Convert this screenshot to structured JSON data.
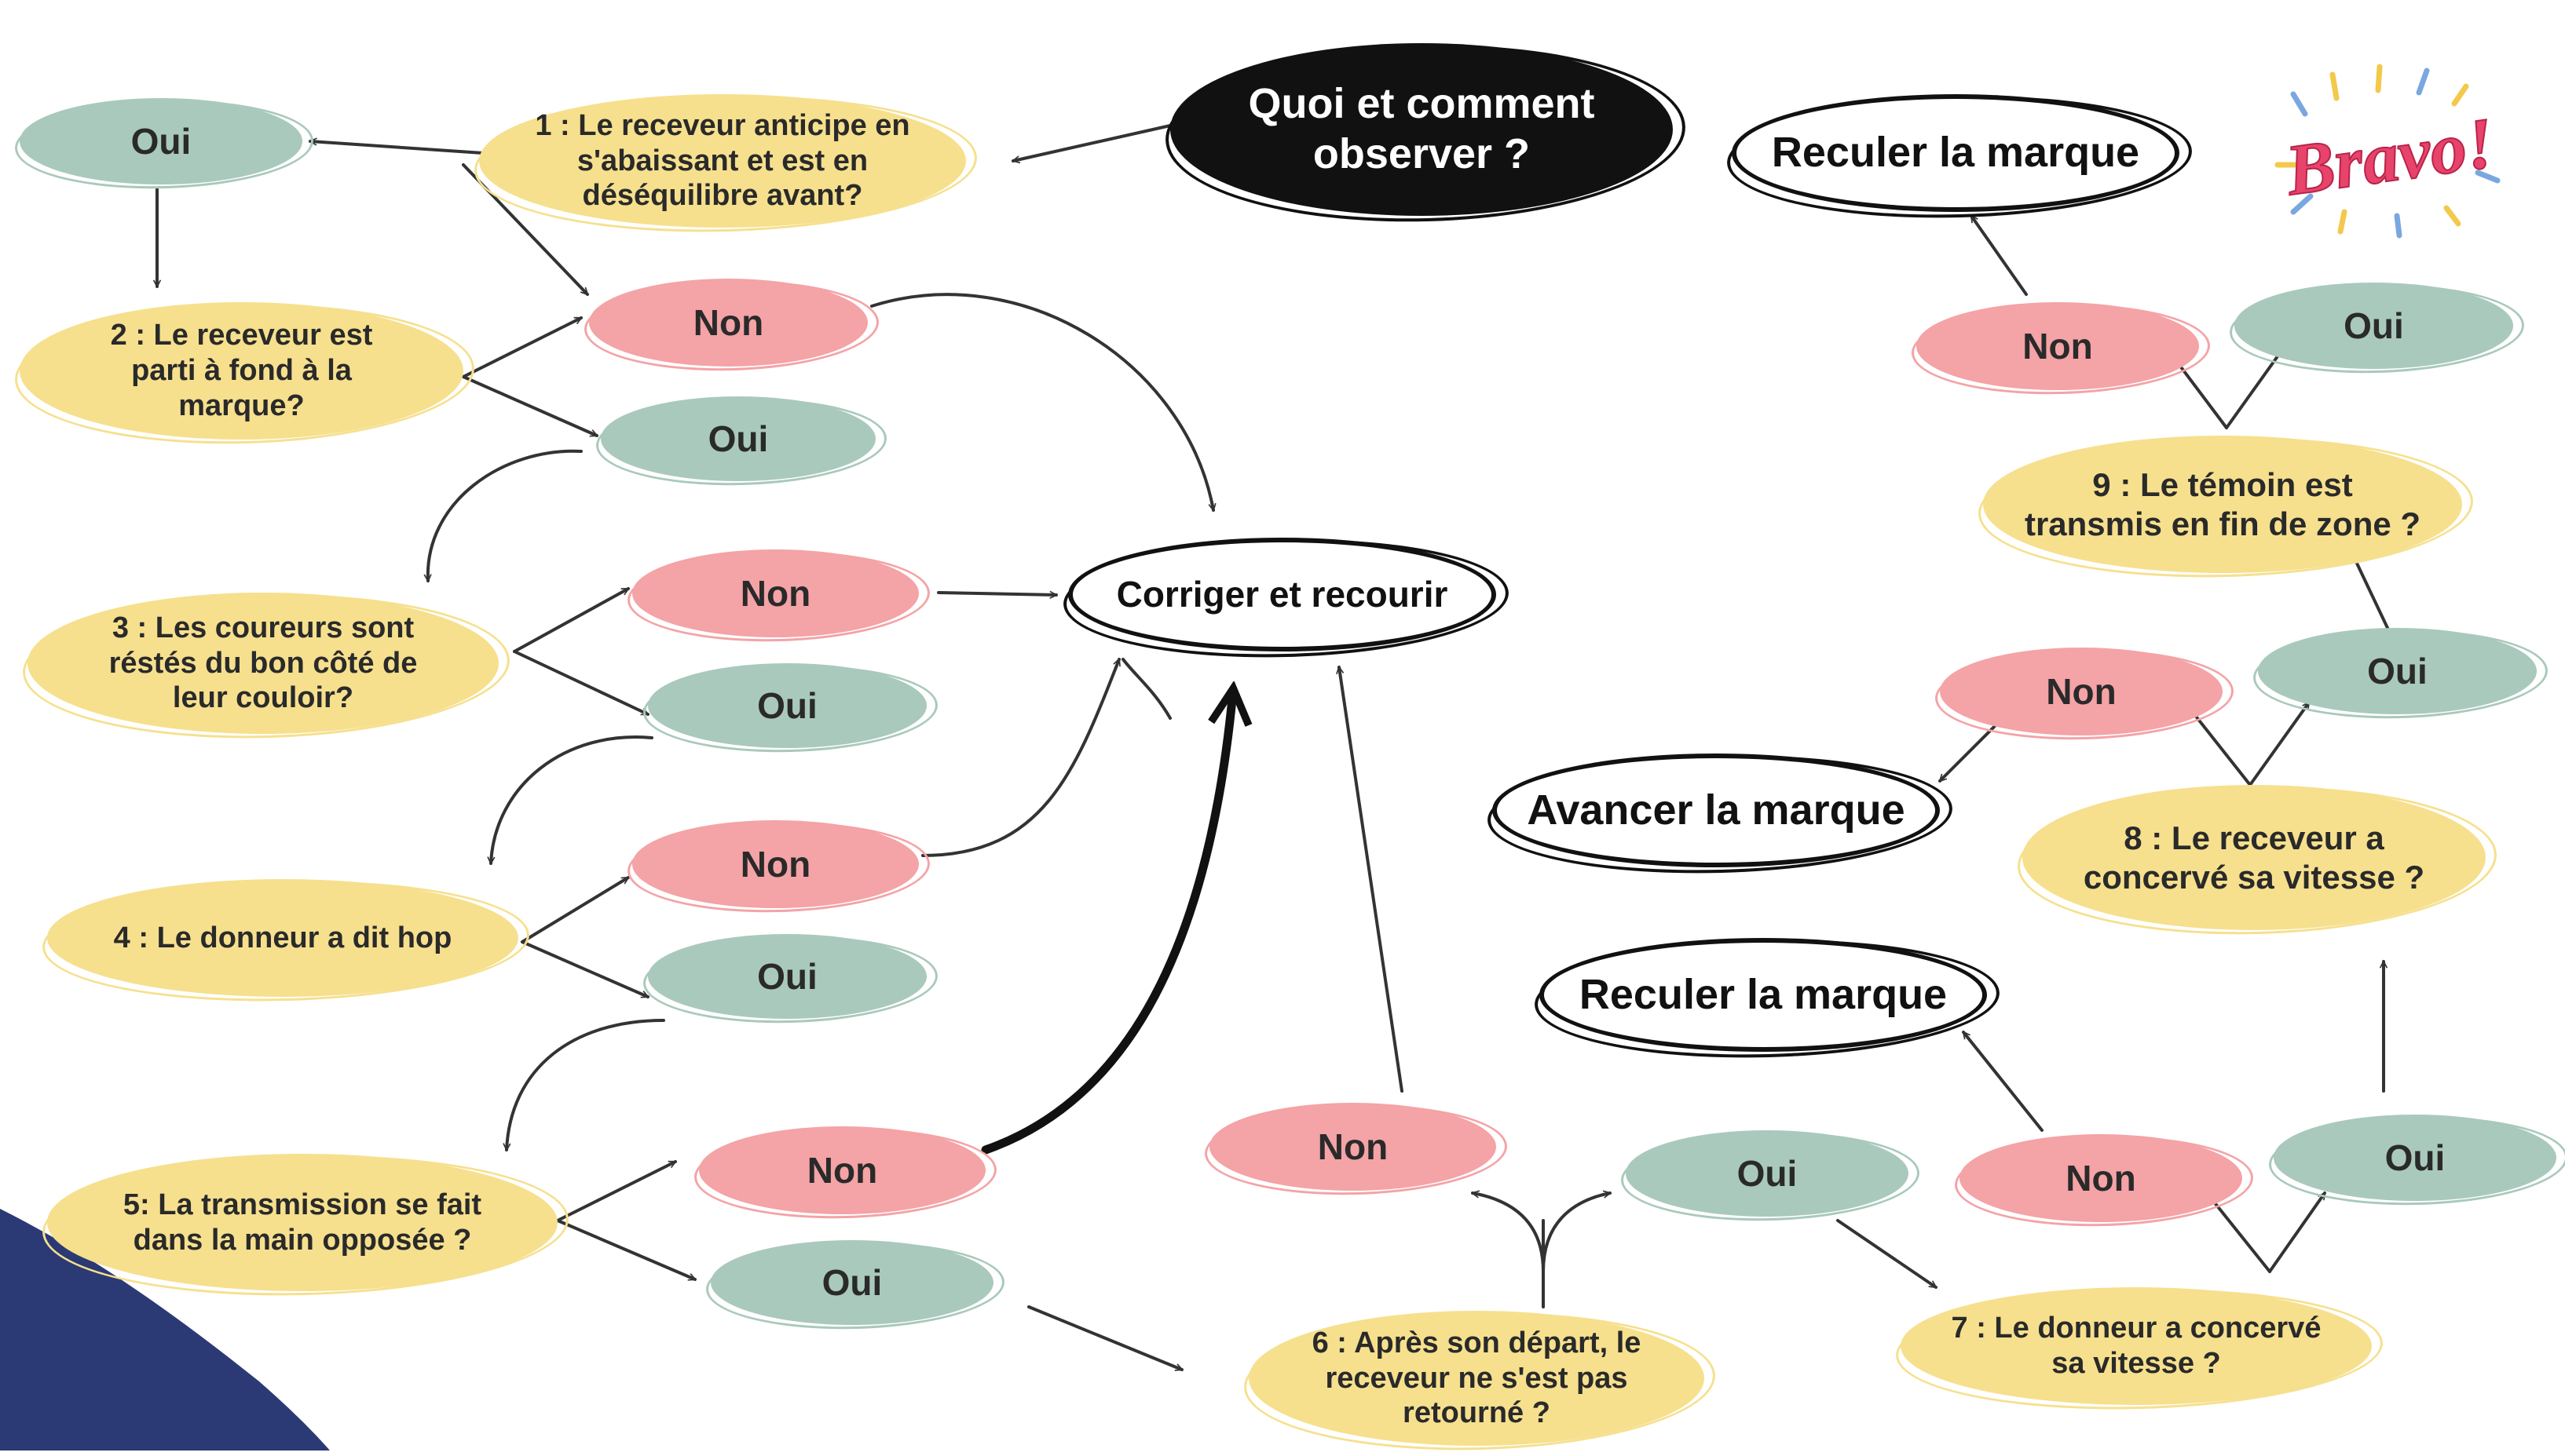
{
  "title": "Quoi et comment\nobserver ?",
  "colors": {
    "question": "#f6e08e",
    "no": "#f4a3a6",
    "yes": "#a9c9bc",
    "title_bg": "#111111",
    "navy": "#2b3a74",
    "bravo": "#e8436a"
  },
  "logo": {
    "text": "Bravo!"
  },
  "questions": [
    "1 : Le receveur anticipe en\ns'abaissant et est en\ndéséquilibre avant?",
    "2 : Le receveur est\nparti à fond  à la\nmarque?",
    "3 : Les coureurs sont\nréstés du bon côté de\nleur couloir?",
    "4 : Le donneur a dit hop",
    "5: La transmission se fait\ndans la main opposée  ?",
    "6 : Après son départ, le\nreceveur ne s'est pas\nretourné  ?",
    "7 : Le donneur a concervé\nsa vitesse   ?",
    "8 : Le receveur a\nconcervé sa vitesse ?",
    "9 : Le témoin est\ntransmis en fin de zone ?"
  ],
  "answers": {
    "oui": "Oui",
    "non": "Non"
  },
  "outcomes": {
    "correct": "Corriger et recourir",
    "back": "Reculer la marque",
    "forward": "Avancer la marque"
  }
}
